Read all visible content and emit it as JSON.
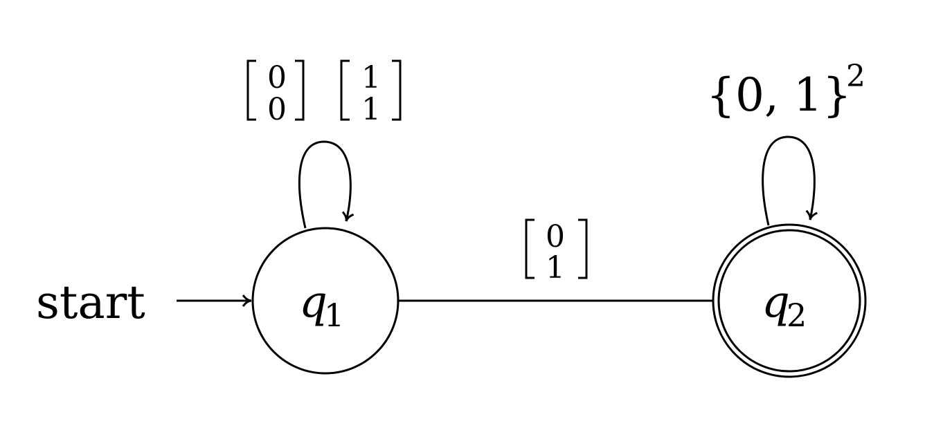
{
  "start_label": "start",
  "states": [
    {
      "name": "q",
      "sub": "1",
      "accepting": false,
      "initial": true
    },
    {
      "name": "q",
      "sub": "2",
      "accepting": true,
      "initial": false
    }
  ],
  "transitions": {
    "q1_loop": [
      [
        "0",
        "0"
      ],
      [
        "1",
        "1"
      ]
    ],
    "q1_to_q2": [
      "0",
      "1"
    ],
    "q2_loop": {
      "set": "{0, 1}",
      "exp": "2"
    }
  }
}
